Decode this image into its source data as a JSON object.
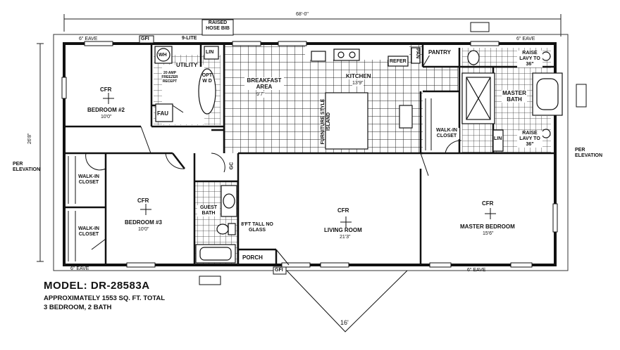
{
  "overall_width": "68'-0\"",
  "overall_depth": "26'8\"",
  "eaves": {
    "top_left": "6\" EAVE",
    "top_right": "6\" EAVE",
    "bottom_left": "6\" EAVE",
    "bottom_right": "6\" EAVE"
  },
  "per_elevation": "PER ELEVATION",
  "raised_hose_bib": "RAISED HOSE BIB",
  "gfi_top": "GFI",
  "gfi_porch": "GFI",
  "nine_lite": "9-LITE",
  "rooms": {
    "bedroom2": {
      "cfr": "CFR",
      "name": "BEDROOM #2",
      "size": "10'0\""
    },
    "bedroom3": {
      "cfr": "CFR",
      "name": "BEDROOM #3",
      "size": "10'0\""
    },
    "living": {
      "cfr": "CFR",
      "name": "LIVING ROOM",
      "size": "21'3\""
    },
    "master_bed": {
      "cfr": "CFR",
      "name": "MASTER BEDROOM",
      "size": "15'6\""
    },
    "breakfast": {
      "name": "BREAKFAST AREA",
      "size": "9'7\""
    },
    "kitchen": {
      "name": "KITCHEN",
      "size": "13'9\""
    }
  },
  "labels": {
    "wh": "WH",
    "utility": "UTILITY",
    "freezer": "20 AMP FREEZER RECEPT",
    "fau": "FAU",
    "lin": "LIN",
    "lin2": "LIN",
    "opt_wd": "OPT W D",
    "refer": "REFER",
    "pan": "PAN",
    "pantry": "PANTRY",
    "island": "FURNITURE STYLE ISLAND",
    "master_bath": "MASTER BATH",
    "walkin_master": "WALK-IN CLOSET",
    "raise_lavy": "RAISE LAVY TO 36\"",
    "walkin_closet1": "WALK-IN CLOSET",
    "walkin_closet2": "WALK-IN CLOSET",
    "guest_bath": "GUEST BATH",
    "gc": "GC",
    "no_glass": "8'FT TALL NO GLASS",
    "porch": "PORCH",
    "porch_width": "16'"
  },
  "model": {
    "title": "MODEL: DR-28583A",
    "sqft": "APPROXIMATELY 1553 SQ. FT. TOTAL",
    "beds": "3 BEDROOM, 2 BATH"
  }
}
